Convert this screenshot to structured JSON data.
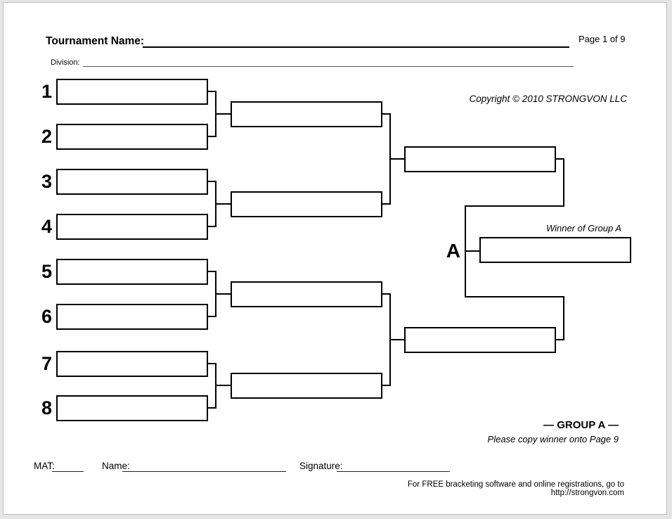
{
  "header": {
    "tournament_label": "Tournament Name:",
    "division_label": "Division:",
    "page_indicator": "Page 1 of 9",
    "copyright": "Copyright © 2010 STRONGVON LLC"
  },
  "bracket": {
    "seeds": [
      "1",
      "2",
      "3",
      "4",
      "5",
      "6",
      "7",
      "8"
    ],
    "group_letter": "A",
    "winner_caption": "Winner of Group A"
  },
  "group_note": {
    "title": "— GROUP A —",
    "instruction": "Please copy winner onto Page 9"
  },
  "signature_row": {
    "mat_label": "MAT:",
    "name_label": "Name:",
    "signature_label": "Signature:"
  },
  "footer": {
    "promo": "For FREE bracketing software and online registrations, go to http://strongvon.com"
  },
  "colors": {
    "line": "#000000",
    "page_background": "#ffffff",
    "canvas_background": "#e5e5e5",
    "page_border": "#bdbdbd"
  }
}
